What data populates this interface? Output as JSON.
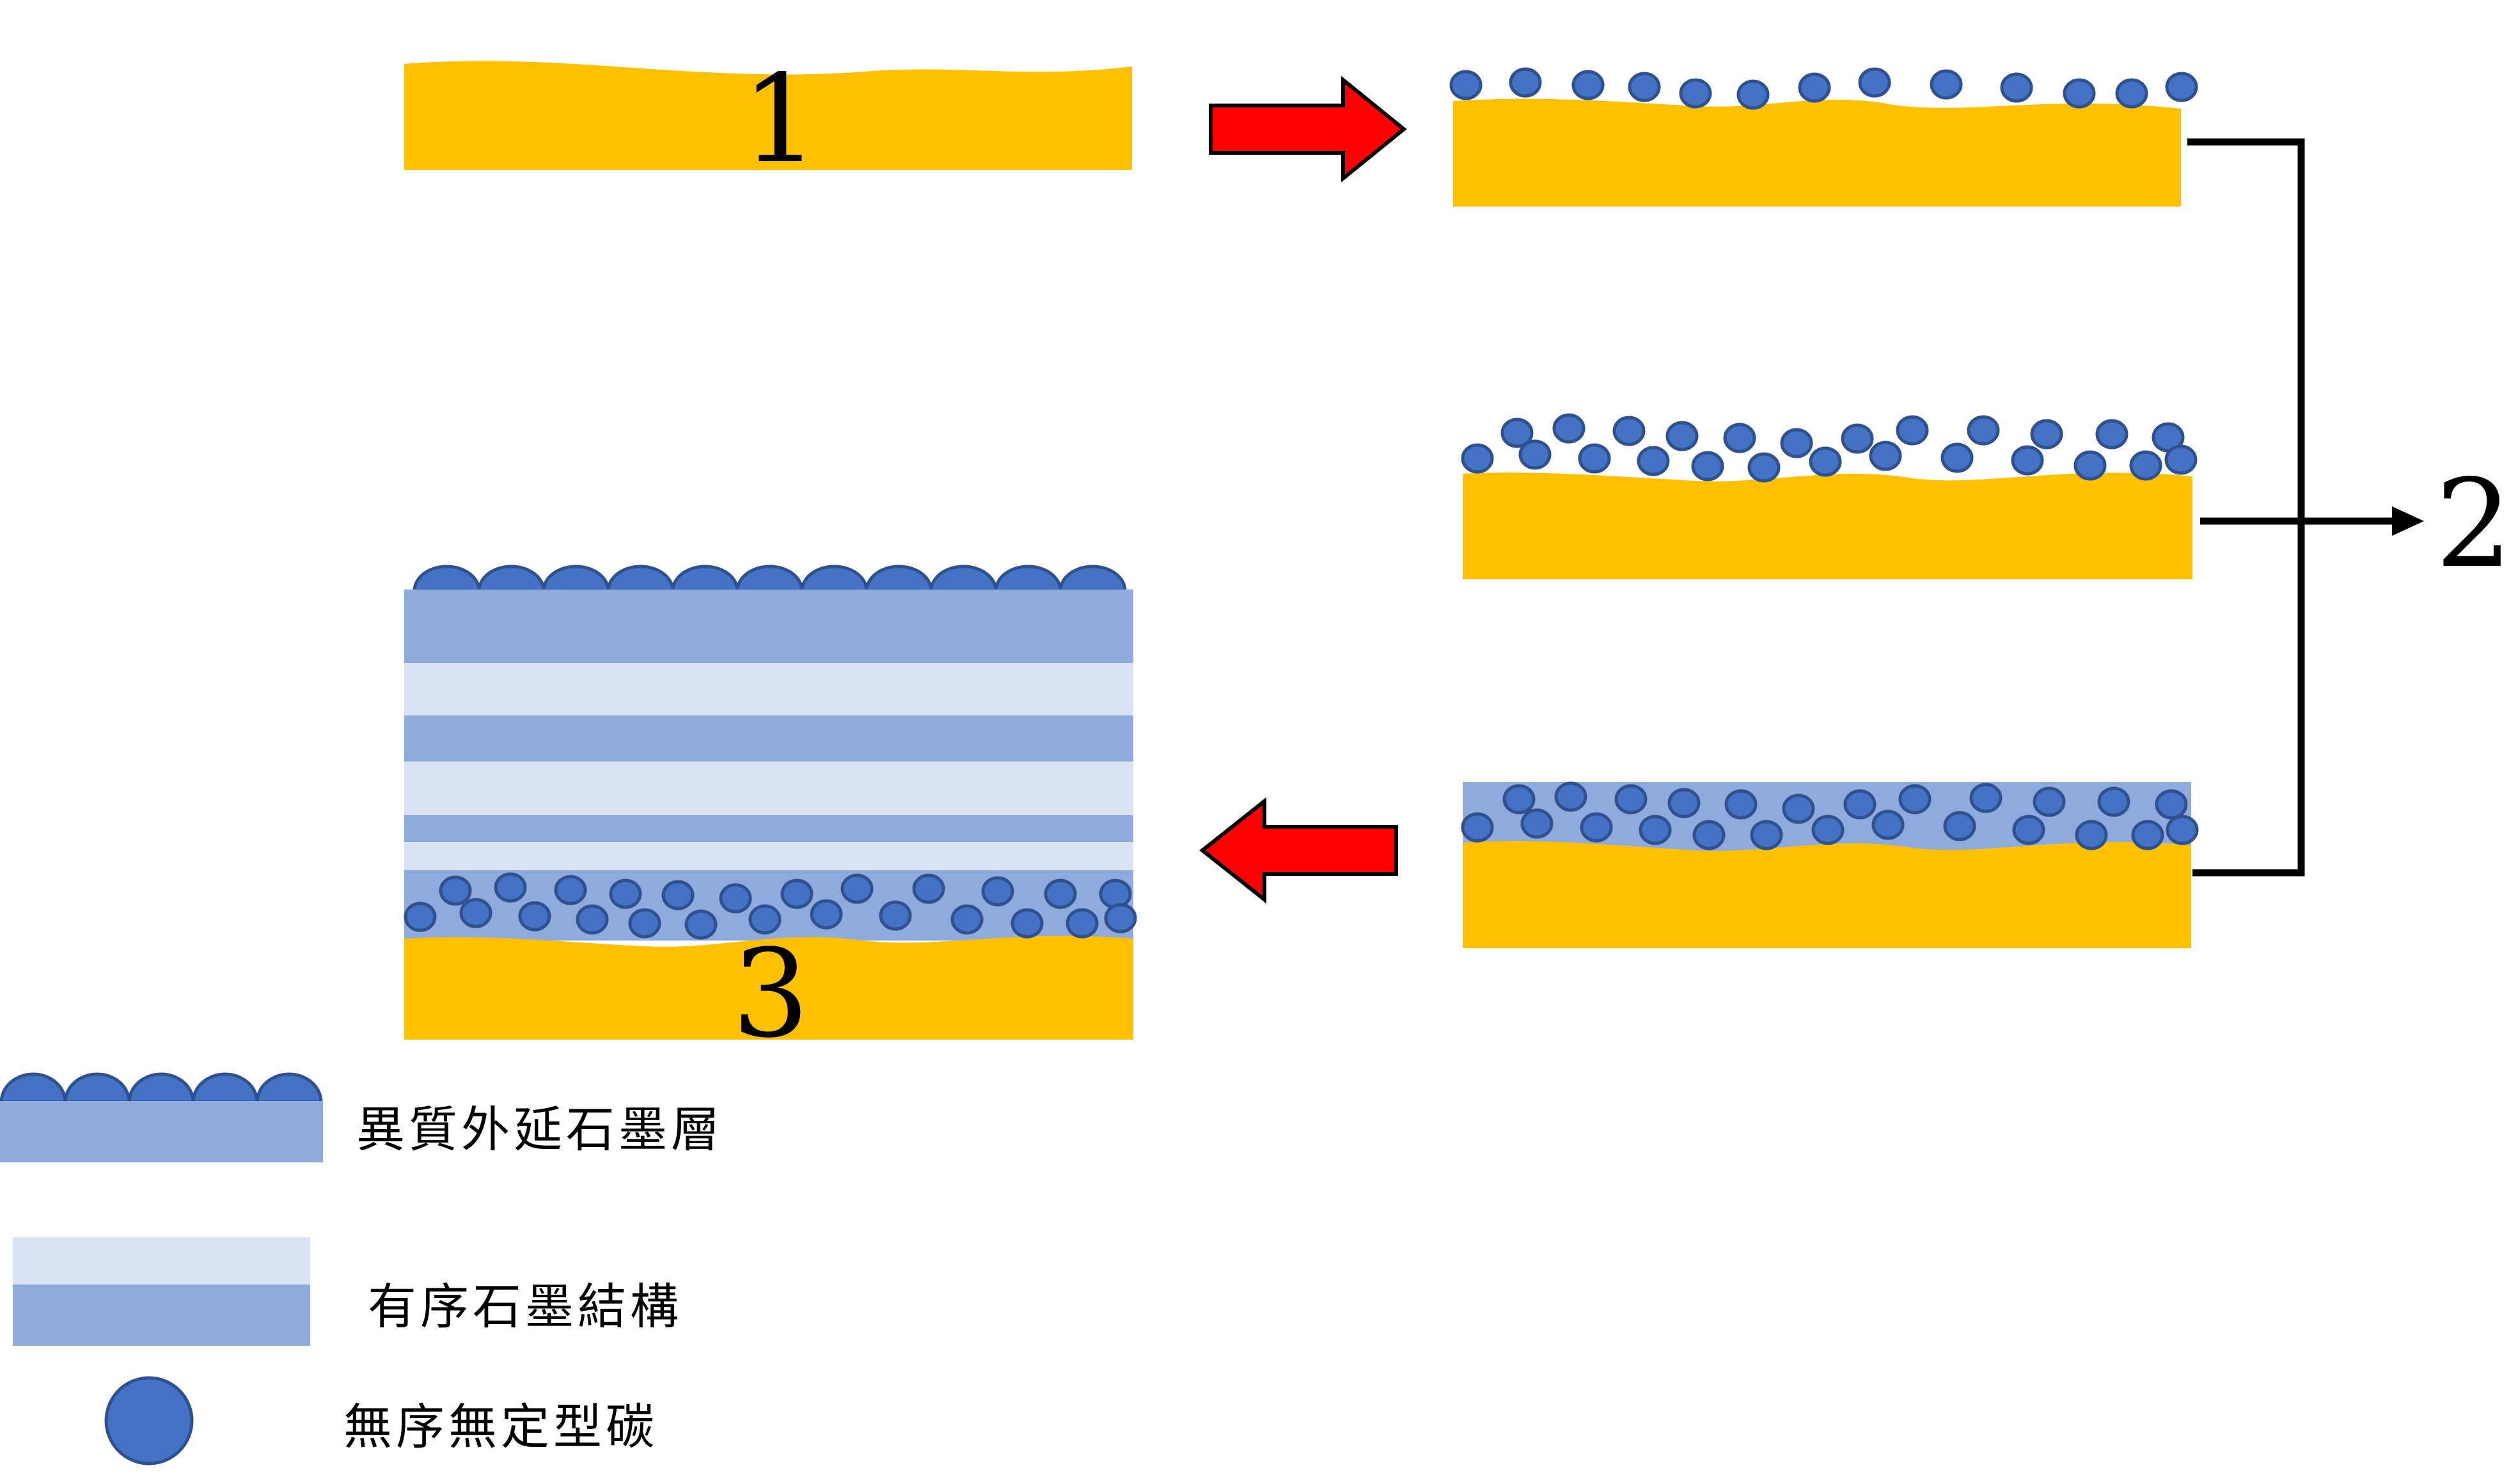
{
  "colors": {
    "substrate": "#FFC000",
    "particle_fill": "#4472C4",
    "particle_stroke": "#2F528F",
    "epitaxial_layer": "#8FAADC",
    "ordered_light": "#DAE3F3",
    "ordered_dark": "#8FAADC",
    "process_arrow": "#FF0000",
    "connector": "#000000"
  },
  "steps": {
    "step1": "1",
    "step2": "2",
    "step3": "3"
  },
  "legend": {
    "epitaxial_graphene_layer": "異質外延石墨層",
    "ordered_graphite_structure": "有序石墨結構",
    "disordered_amorphous_carbon": "無序無定型碳"
  },
  "icons": {
    "process_arrow_right": "red-right-arrow-icon",
    "process_arrow_left": "red-left-arrow-icon",
    "bracket_arrow": "black-right-arrow-icon"
  }
}
